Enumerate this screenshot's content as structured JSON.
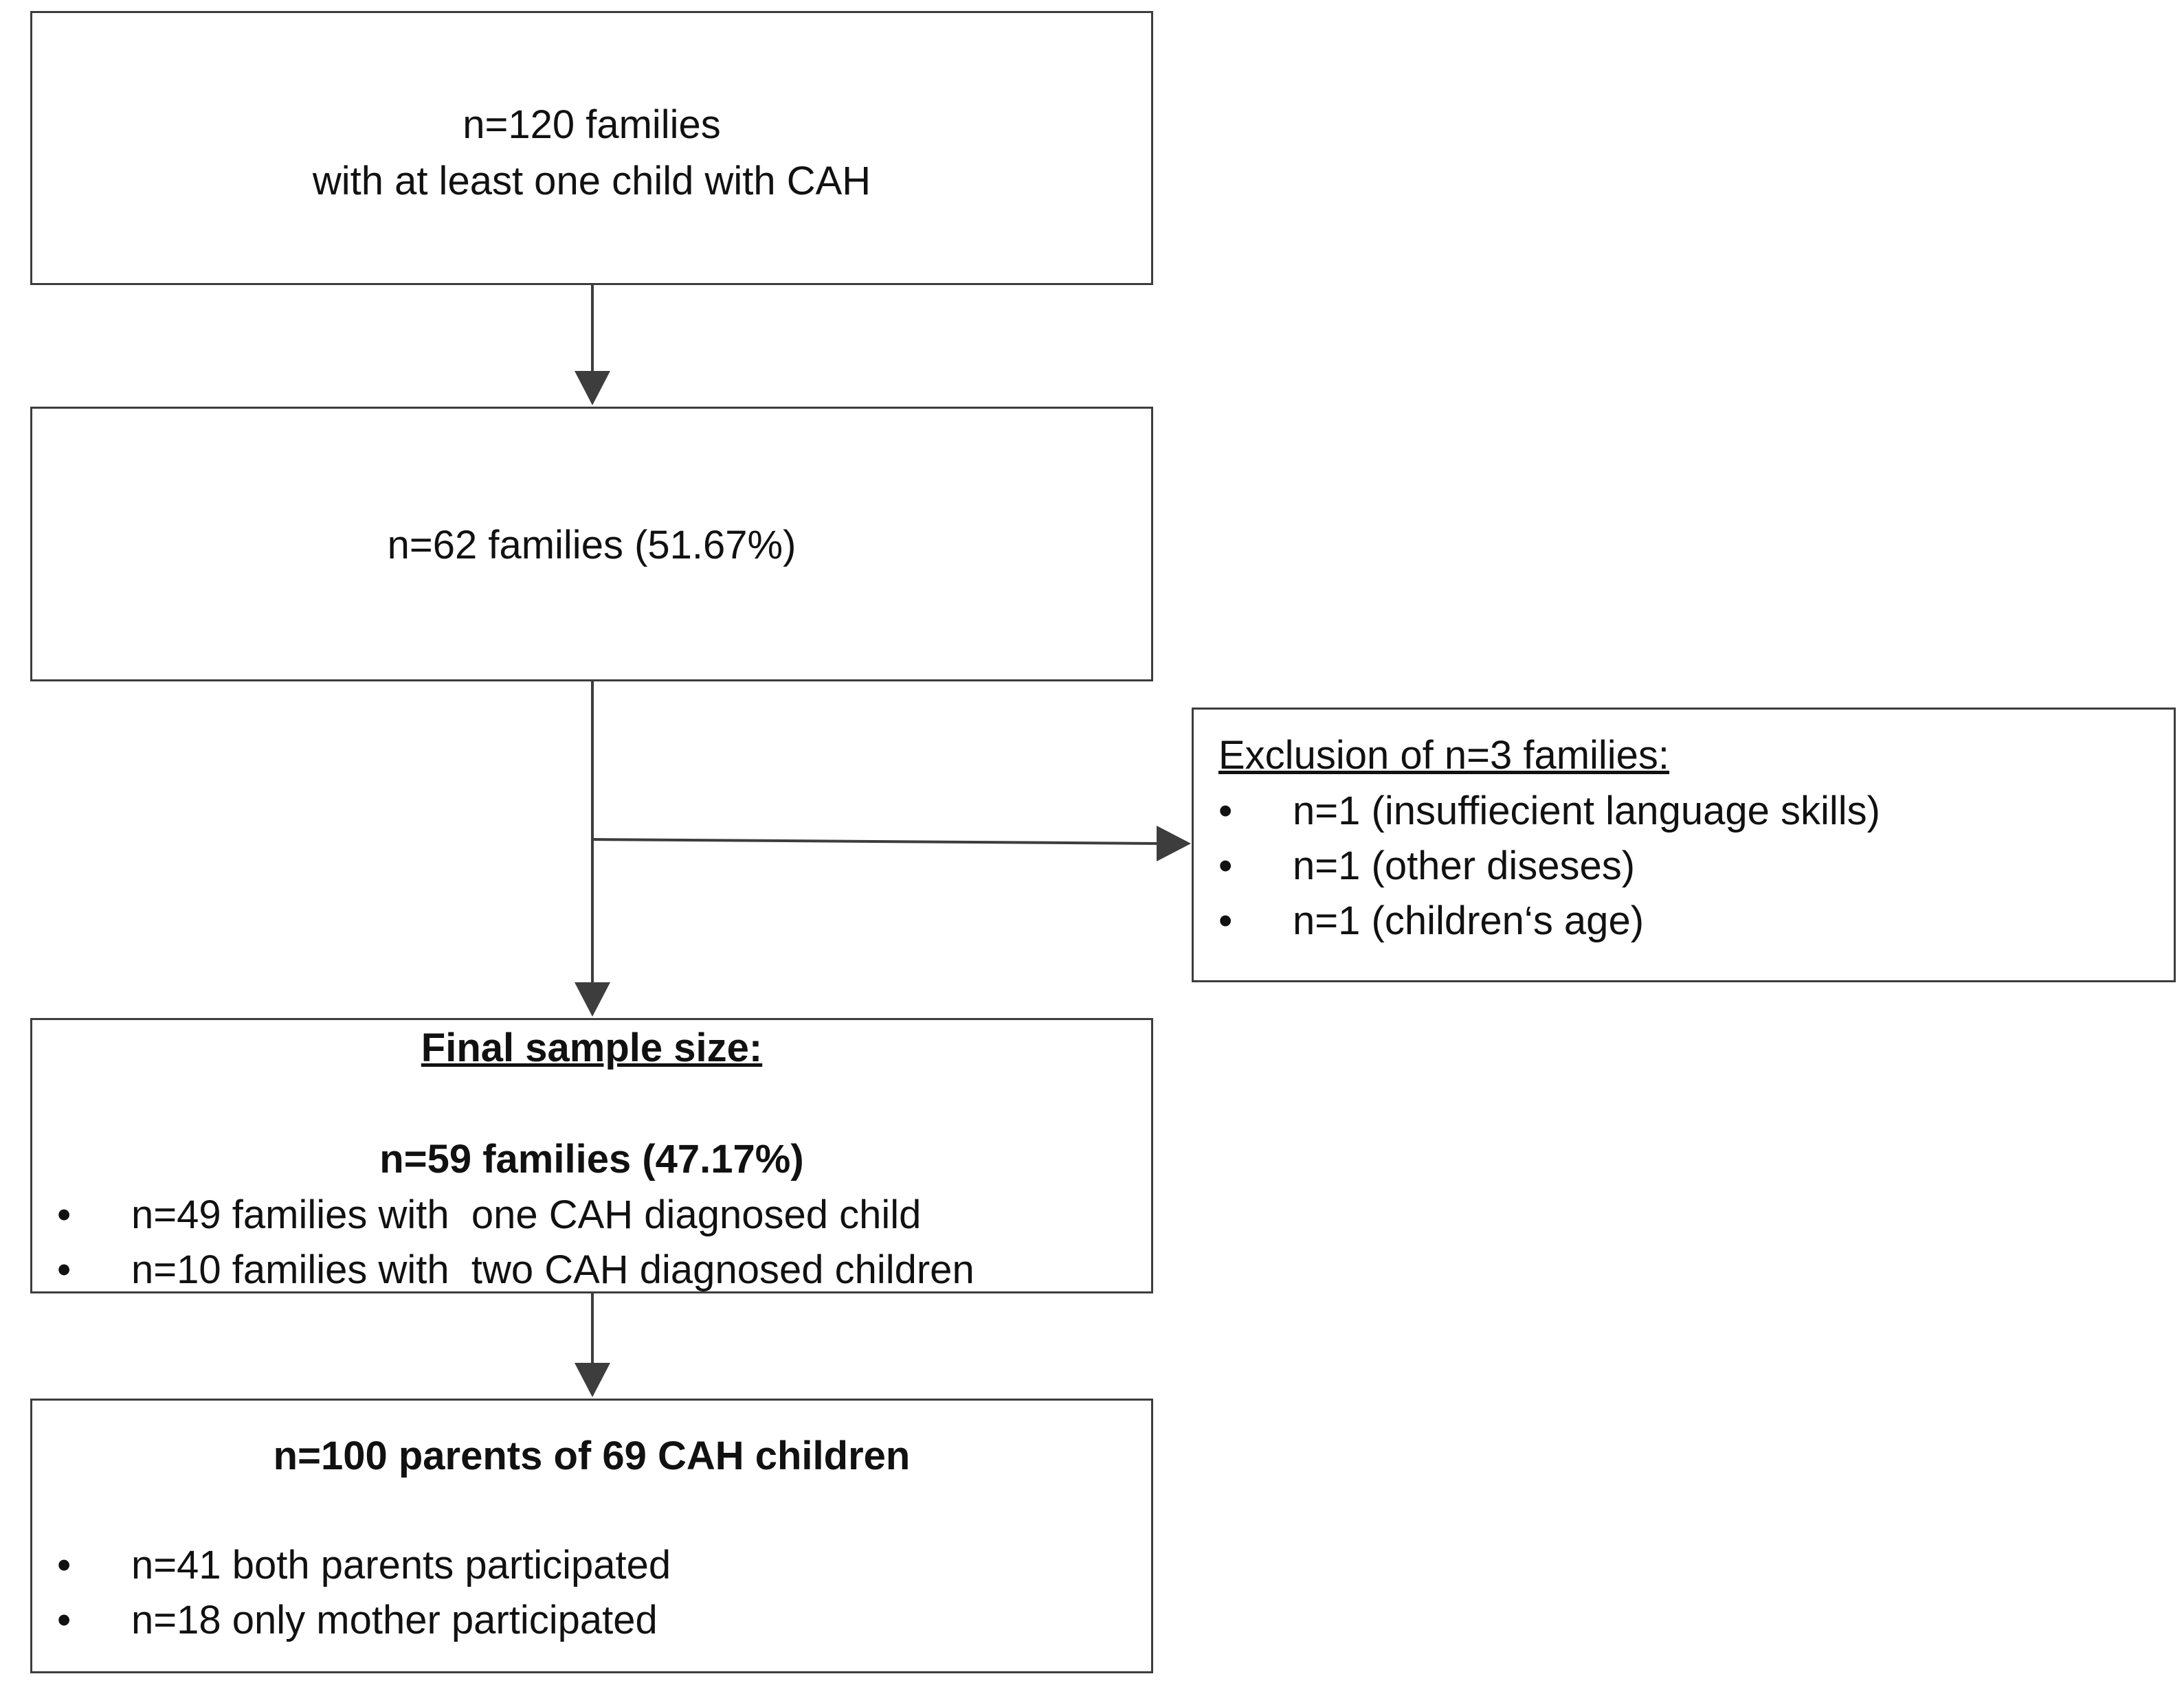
{
  "boxes": {
    "b1": {
      "line1": "n=120 families",
      "line2": "with at least one child with CAH"
    },
    "b2": {
      "text": "n=62 families (51.67%)"
    },
    "exclusion": {
      "heading": "Exclusion of n=3 families:",
      "bullet_glyph": "•",
      "items": [
        "n=1 (insuffiecient language skills)",
        "n=1 (other diseses)",
        "n=1 (children‘s age)"
      ]
    },
    "final": {
      "heading": "Final sample size:",
      "count": "n=59 families (47.17%)",
      "bullet_glyph": "•",
      "items": [
        "n=49 families with  one CAH diagnosed child",
        "n=10 families with  two CAH diagnosed children"
      ]
    },
    "parents": {
      "heading": "n=100 parents of 69 CAH children",
      "bullet_glyph": "•",
      "items": [
        "n=41 both parents participated",
        "n=18 only mother participated"
      ]
    }
  },
  "colors": {
    "border": "#3d3d3d",
    "arrow": "#3d3d3d",
    "text": "#111111",
    "background": "#ffffff"
  }
}
